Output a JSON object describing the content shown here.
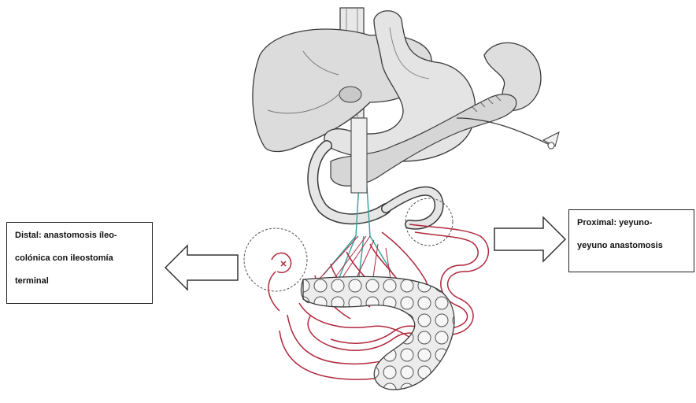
{
  "labels": {
    "distal": {
      "lines": [
        "Distal: anastomosis íleo-",
        "colónica con ileostomía",
        "terminal"
      ]
    },
    "proximal": {
      "lines": [
        "Proximal: yeyuno-",
        "yeyuno anastomosis"
      ]
    }
  },
  "colors": {
    "outline": "#3a3a3a",
    "organ_fill": "#e2e2e2",
    "resected_bowel": "#b0283c",
    "vessel_teal": "#3aa6a0",
    "arrow": "#333333"
  },
  "icons": {
    "left_arrow": "arrow-left-icon",
    "right_arrow": "arrow-right-icon"
  }
}
